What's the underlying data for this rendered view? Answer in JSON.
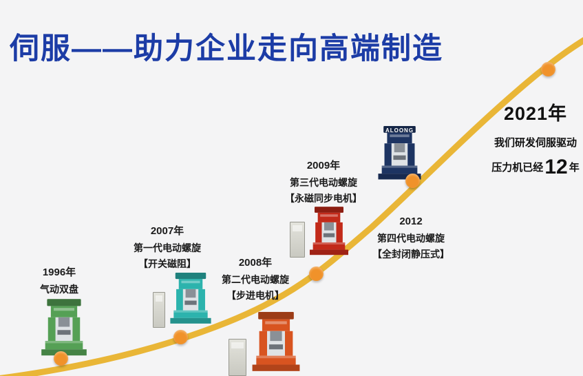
{
  "title": "伺服——助力企业走向高端制造",
  "timeline": {
    "milestones": [
      {
        "year": "1996年",
        "name": "气动双盘",
        "detail": ""
      },
      {
        "year": "2007年",
        "name": "第一代电动螺旋",
        "detail": "【开关磁阻】"
      },
      {
        "year": "2008年",
        "name": "第二代电动螺旋",
        "detail": "【步进电机】"
      },
      {
        "year": "2009年",
        "name": "第三代电动螺旋",
        "detail": "【永磁同步电机】"
      },
      {
        "year": "2012",
        "name": "第四代电动螺旋",
        "detail": "【全封闭静压式】"
      }
    ],
    "finale": {
      "year": "2021年",
      "line1": "我们研发伺服驱动",
      "line2_prefix": "压力机已经",
      "years_count": "12",
      "line2_suffix": "年"
    }
  },
  "machines": [
    {
      "id": "press-1996",
      "era": "1996",
      "color": "#55a055",
      "brand": ""
    },
    {
      "id": "press-2007",
      "era": "2007",
      "color": "#2cb3ad",
      "brand": ""
    },
    {
      "id": "press-2008",
      "era": "2008",
      "color": "#d85420",
      "brand": ""
    },
    {
      "id": "press-2009",
      "era": "2009",
      "color": "#c22a1a",
      "brand": ""
    },
    {
      "id": "press-2012",
      "era": "2012",
      "color": "#1d3462",
      "brand": "ALOONG"
    }
  ],
  "colors": {
    "background": "#f4f4f5",
    "title": "#1c3ca6",
    "curve": "#e9b637",
    "dot": "#f0922a",
    "text": "#1b1b1b"
  }
}
